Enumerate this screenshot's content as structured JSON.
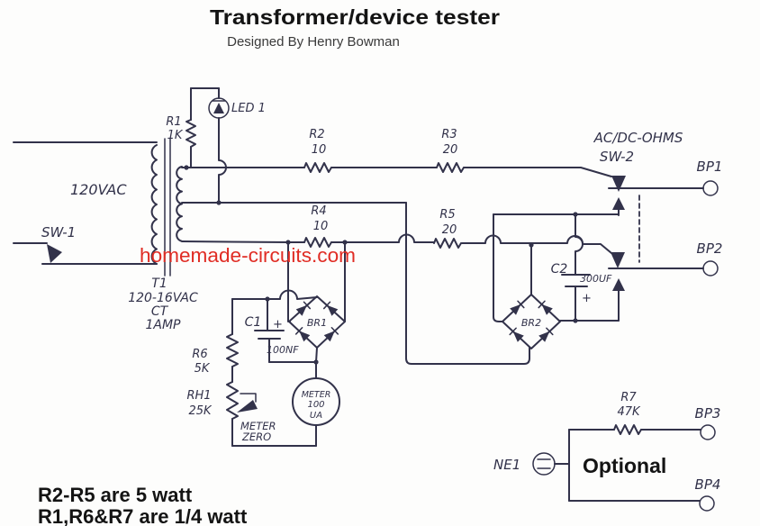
{
  "header": {
    "title": "Transformer/device tester",
    "subtitle": "Designed By Henry Bowman"
  },
  "watermark": "homemade-circuits.com",
  "notes": {
    "line1": "R2-R5 are 5 watt",
    "line2": "R1,R6&R7 are 1/4 watt"
  },
  "colors": {
    "ink": "#32324a",
    "watermark_red": "#e02c24",
    "print_black": "#141414",
    "paper": "#fdfdfc"
  },
  "power": {
    "input_label": "120VAC",
    "switch_label": "SW-1"
  },
  "transformer": {
    "name": "T1",
    "spec": "120-16VAC",
    "tap": "CT",
    "rating": "1AMP"
  },
  "selector": {
    "label_line1": "AC/DC-OHMS",
    "label_line2": "SW-2"
  },
  "binding_posts": {
    "bp1": "BP1",
    "bp2": "BP2",
    "bp3": "BP3",
    "bp4": "BP4"
  },
  "optional_label": "Optional",
  "components": {
    "r1": {
      "name": "R1",
      "value": "1K"
    },
    "led1": {
      "name": "LED 1"
    },
    "r2": {
      "name": "R2",
      "value": "10"
    },
    "r3": {
      "name": "R3",
      "value": "20"
    },
    "r4": {
      "name": "R4",
      "value": "10"
    },
    "r5": {
      "name": "R5",
      "value": "20"
    },
    "r6": {
      "name": "R6",
      "value": "5K"
    },
    "rh1": {
      "name": "RH1",
      "value": "25K",
      "caption_line1": "METER",
      "caption_line2": "ZERO"
    },
    "c1": {
      "name": "C1",
      "value": "100NF",
      "polarity": "+"
    },
    "c2": {
      "name": "C2",
      "value": "300UF",
      "polarity": "+"
    },
    "br1": {
      "name": "BR1"
    },
    "br2": {
      "name": "BR2"
    },
    "meter": {
      "line1": "METER",
      "line2": "100",
      "line3": "UA"
    },
    "r7": {
      "name": "R7",
      "value": "47K"
    },
    "ne1": {
      "name": "NE1"
    }
  }
}
